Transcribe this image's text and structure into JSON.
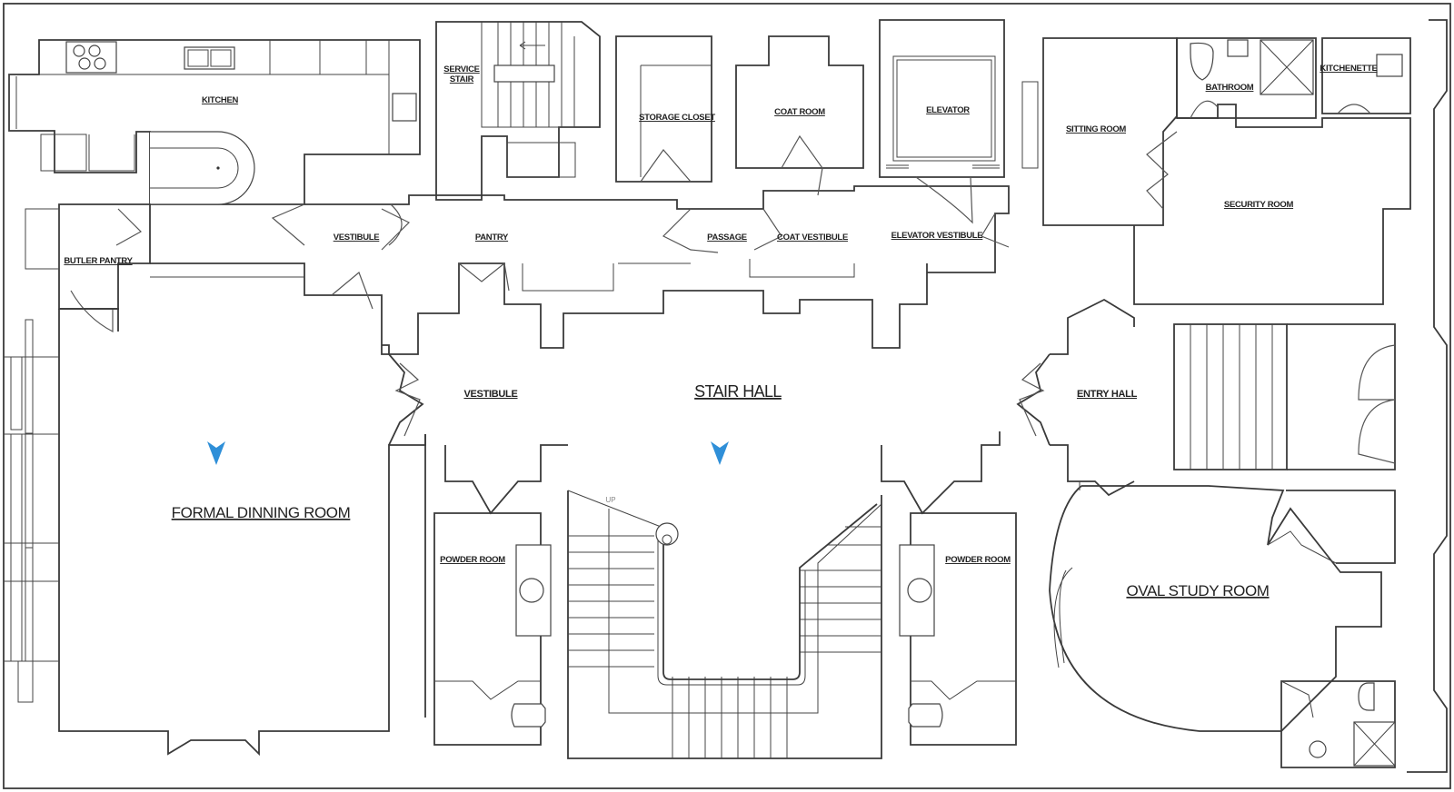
{
  "rooms": {
    "kitchen": "KITCHEN",
    "service_stair": [
      "SERVICE",
      "STAIR"
    ],
    "storage_closet": "STORAGE CLOSET",
    "coat_room": "COAT ROOM",
    "elevator": "ELEVATOR",
    "sitting_room": "SITTING ROOM",
    "bathroom": "BATHROOM",
    "kitchenette": "KITCHENETTE",
    "security_room": "SECURITY ROOM",
    "butler_pantry": "BUTLER PANTRY",
    "vestibule_upper": "VESTIBULE",
    "pantry": "PANTRY",
    "passage": "PASSAGE",
    "coat_vestibule": "COAT VESTIBULE",
    "elevator_vestibule": "ELEVATOR VESTIBULE",
    "vestibule_lower": "VESTIBULE",
    "stair_hall": "STAIR HALL",
    "entry_hall": "ENTRY HALL",
    "formal_dining_room": "FORMAL DINNING ROOM",
    "powder_room_left": "POWDER ROOM",
    "powder_room_right": "POWDER ROOM",
    "oval_study_room": "OVAL STUDY ROOM"
  },
  "stair_direction": "UP",
  "camera_color": "#2f8fd8",
  "cameras": [
    "camera-dining-room",
    "camera-stair-hall"
  ]
}
